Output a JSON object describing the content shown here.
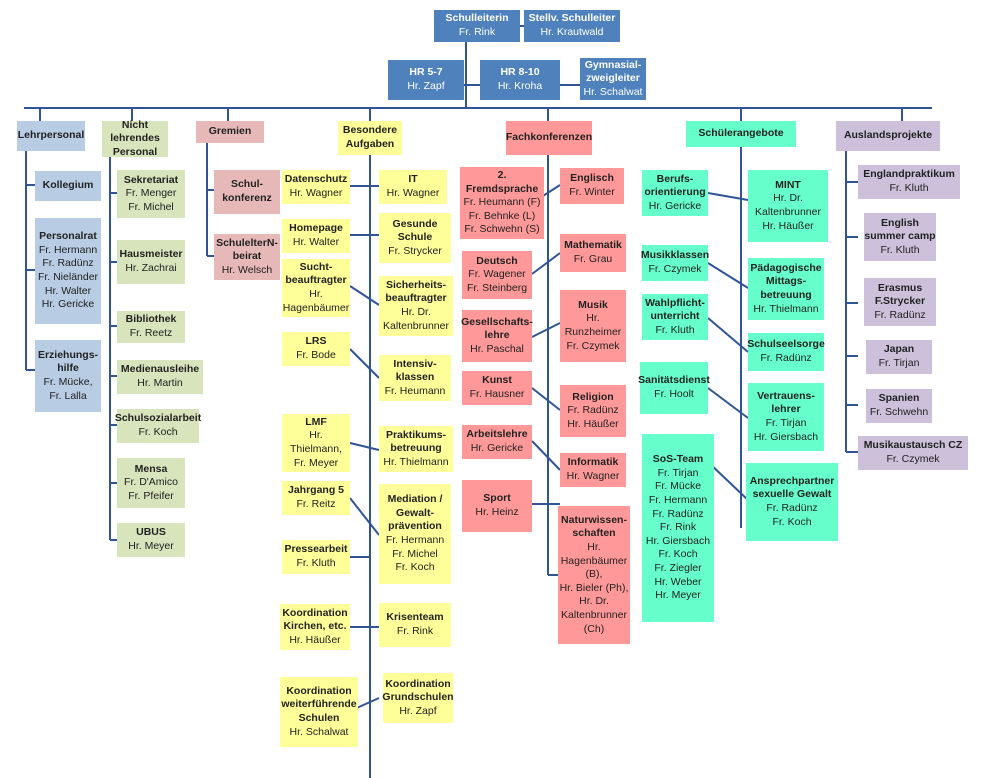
{
  "leadership": {
    "schulleiterin": {
      "title": "Schulleiterin",
      "names": [
        "Fr. Rink"
      ]
    },
    "stellv": {
      "title": "Stellv. Schulleiter",
      "names": [
        "Hr. Krautwald"
      ]
    },
    "hr57": {
      "title": "HR 5-7",
      "names": [
        "Hr. Zapf"
      ]
    },
    "hr810": {
      "title": "HR 8-10",
      "names": [
        "Hr. Kroha"
      ]
    },
    "gym": {
      "title": "Gymnasial-\nzweigleiter",
      "names": [
        "Hr. Schalwat"
      ]
    }
  },
  "columns": {
    "lehrpersonal": {
      "header": "Lehrpersonal",
      "items": [
        {
          "title": "Kollegium",
          "names": []
        },
        {
          "title": "Personalrat",
          "names": [
            "Fr. Hermann",
            "Fr. Radünz",
            "Fr. Nieländer",
            "Hr. Walter",
            "Hr. Gericke"
          ]
        },
        {
          "title": "Erziehungs-\nhilfe",
          "names": [
            "Fr. Mücke,",
            "Fr. Lalla"
          ]
        }
      ]
    },
    "nicht": {
      "header": "Nicht\nlehrendes\nPersonal",
      "items": [
        {
          "title": "Sekretariat",
          "names": [
            "Fr. Menger",
            "Fr. Michel"
          ]
        },
        {
          "title": "Hausmeister",
          "names": [
            "Hr. Zachrai"
          ]
        },
        {
          "title": "Bibliothek",
          "names": [
            "Fr. Reetz"
          ]
        },
        {
          "title": "Medienausleihe",
          "names": [
            "Hr. Martin"
          ]
        },
        {
          "title": "Schulsozialarbeit",
          "names": [
            "Fr. Koch"
          ]
        },
        {
          "title": "Mensa",
          "names": [
            "Fr. D'Amico",
            "Fr. Pfeifer"
          ]
        },
        {
          "title": "UBUS",
          "names": [
            "Hr. Meyer"
          ]
        }
      ]
    },
    "gremien": {
      "header": "Gremien",
      "items": [
        {
          "title": "Schul-\nkonferenz",
          "names": []
        },
        {
          "title": "SchulelterN-\nbeirat",
          "names": [
            "Hr. Welsch"
          ]
        }
      ]
    },
    "besondere": {
      "header": "Besondere\nAufgaben",
      "left": [
        {
          "title": "Datenschutz",
          "names": [
            "Hr. Wagner"
          ]
        },
        {
          "title": "Homepage",
          "names": [
            "Hr. Walter"
          ]
        },
        {
          "title": "Sucht-\nbeauftragter",
          "names": [
            "Hr.",
            "Hagenbäumer"
          ]
        },
        {
          "title": "LRS",
          "names": [
            "Fr. Bode"
          ]
        },
        {
          "title": "LMF",
          "names": [
            "Hr.",
            "Thielmann,",
            "Fr. Meyer"
          ]
        },
        {
          "title": "Jahrgang 5",
          "names": [
            "Fr. Reitz"
          ]
        },
        {
          "title": "Pressearbeit",
          "names": [
            "Fr. Kluth"
          ]
        },
        {
          "title": "Koordination\nKirchen, etc.",
          "names": [
            "Hr. Häußer"
          ]
        },
        {
          "title": "Koordination\nweiterführende\nSchulen",
          "names": [
            "Hr. Schalwat"
          ]
        }
      ],
      "right": [
        {
          "title": "IT",
          "names": [
            "Hr. Wagner"
          ]
        },
        {
          "title": "Gesunde\nSchule",
          "names": [
            "Fr. Strycker"
          ]
        },
        {
          "title": "Sicherheits-\nbeauftragter",
          "names": [
            "Hr. Dr.",
            "Kaltenbrunner"
          ]
        },
        {
          "title": "Intensiv-\nklassen",
          "names": [
            "Fr. Heumann"
          ]
        },
        {
          "title": "Praktikums-\nbetreuung",
          "names": [
            "Hr. Thielmann"
          ]
        },
        {
          "title": "Mediation /\nGewalt-\nprävention",
          "names": [
            "Fr. Hermann",
            "Fr. Michel",
            "Fr. Koch"
          ]
        },
        {
          "title": "Krisenteam",
          "names": [
            "Fr. Rink"
          ]
        },
        {
          "title": "Koordination\nGrundschulen",
          "names": [
            "Hr. Zapf"
          ]
        }
      ]
    },
    "fach": {
      "header": "Fachkonferenzen",
      "left": [
        {
          "title": "2. Fremdsprache",
          "names": [
            "Fr. Heumann (F)",
            "Fr. Behnke (L)",
            "Fr. Schwehn (S)"
          ]
        },
        {
          "title": "Deutsch",
          "names": [
            "Fr. Wagener",
            "Fr. Steinberg"
          ]
        },
        {
          "title": "Gesellschafts-\nlehre",
          "names": [
            "Hr. Paschal"
          ]
        },
        {
          "title": "Kunst",
          "names": [
            "Fr. Hausner"
          ]
        },
        {
          "title": "Arbeitslehre",
          "names": [
            "Hr. Gericke"
          ]
        },
        {
          "title": "Sport",
          "names": [
            "Hr. Heinz"
          ]
        }
      ],
      "right": [
        {
          "title": "Englisch",
          "names": [
            "Fr. Winter"
          ]
        },
        {
          "title": "Mathematik",
          "names": [
            "Fr. Grau"
          ]
        },
        {
          "title": "Musik",
          "names": [
            "Hr.",
            "Runzheimer",
            "Fr. Czymek"
          ]
        },
        {
          "title": "Religion",
          "names": [
            "Fr. Radünz",
            "Hr. Häußer"
          ]
        },
        {
          "title": "Informatik",
          "names": [
            "Hr. Wagner"
          ]
        },
        {
          "title": "Naturwissen-\nschaften",
          "names": [
            "Hr.",
            "Hagenbäumer",
            "(B),",
            "Hr. Bieler (Ph),",
            "Hr. Dr.",
            "Kaltenbrunner",
            "(Ch)"
          ]
        }
      ]
    },
    "schueler": {
      "header": "Schülerangebote",
      "left": [
        {
          "title": "Berufs-\norientierung",
          "names": [
            "Hr. Gericke"
          ]
        },
        {
          "title": "Musikklassen",
          "names": [
            "Fr. Czymek"
          ]
        },
        {
          "title": "Wahlpflicht-\nunterricht",
          "names": [
            "Fr. Kluth"
          ]
        },
        {
          "title": "Sanitätsdienst",
          "names": [
            "Fr. Hoolt"
          ]
        },
        {
          "title": "SoS-Team",
          "names": [
            "Fr. Tirjan",
            "Fr. Mücke",
            "Fr. Hermann",
            "Fr. Radünz",
            "Fr. Rink",
            "Hr. Giersbach",
            "Fr. Koch",
            "Fr. Ziegler",
            "Hr. Weber",
            "Hr. Meyer"
          ]
        }
      ],
      "right": [
        {
          "title": "MINT",
          "names": [
            "Hr. Dr.",
            "Kaltenbrunner",
            "Hr. Häußer"
          ]
        },
        {
          "title": "Pädagogische\nMittags-\nbetreuung",
          "names": [
            "Hr. Thielmann"
          ]
        },
        {
          "title": "Schulseelsorge",
          "names": [
            "Fr. Radünz"
          ]
        },
        {
          "title": "Vertrauens-\nlehrer",
          "names": [
            "Fr. Tirjan",
            "Hr. Giersbach"
          ]
        },
        {
          "title": "Ansprechpartner\nsexuelle Gewalt",
          "names": [
            "Fr. Radünz",
            "Fr. Koch"
          ]
        }
      ]
    },
    "ausland": {
      "header": "Auslandsprojekte",
      "items": [
        {
          "title": "Englandpraktikum",
          "names": [
            "Fr. Kluth"
          ]
        },
        {
          "title": "English\nsummer camp",
          "names": [
            "Fr. Kluth"
          ]
        },
        {
          "title": "Erasmus\nF.Strycker",
          "names": [
            "Fr. Radünz"
          ]
        },
        {
          "title": "Japan",
          "names": [
            "Fr. Tirjan"
          ]
        },
        {
          "title": "Spanien",
          "names": [
            "Fr. Schwehn"
          ]
        },
        {
          "title": "Musikaustausch CZ",
          "names": [
            "Fr. Czymek"
          ]
        }
      ]
    }
  }
}
